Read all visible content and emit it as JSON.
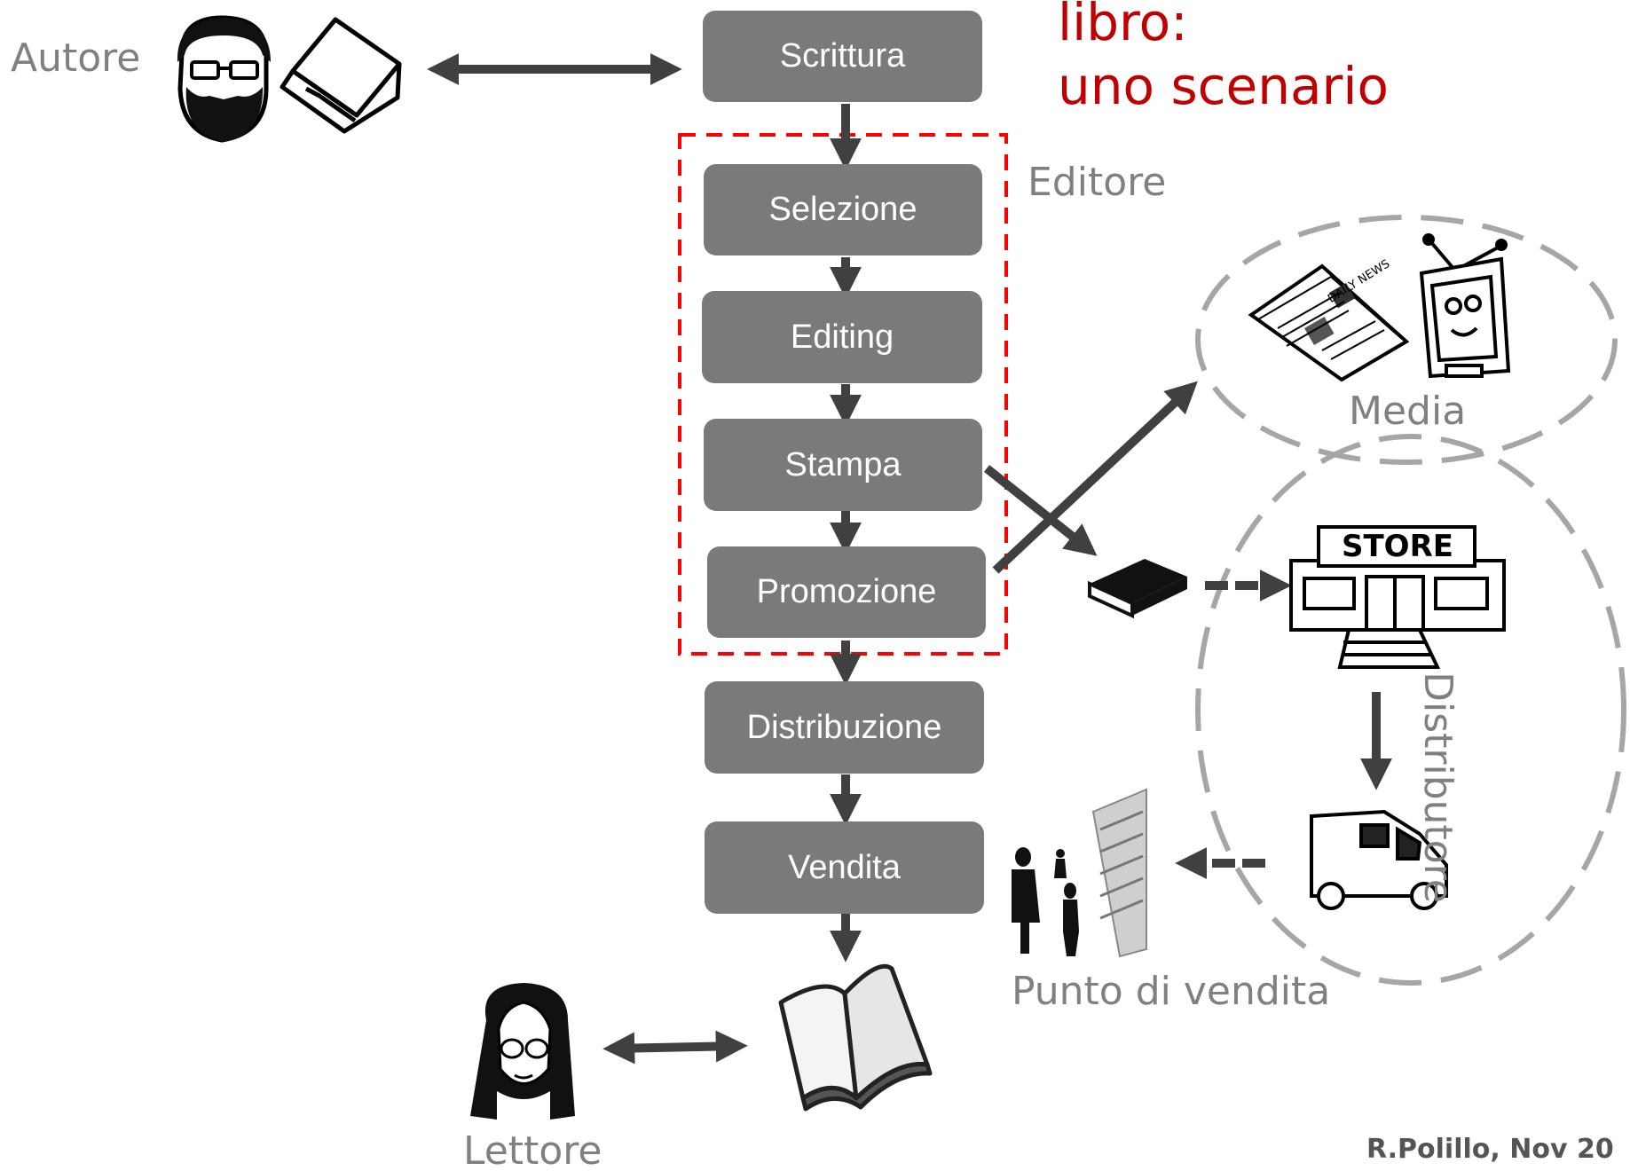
{
  "title": {
    "line1": "libro:",
    "line2": "uno scenario"
  },
  "steps": {
    "scrittura": "Scrittura",
    "selezione": "Selezione",
    "editing": "Editing",
    "stampa": "Stampa",
    "promozione": "Promozione",
    "distribuzione": "Distribuzione",
    "vendita": "Vendita"
  },
  "actors": {
    "autore": "Autore",
    "editore": "Editore",
    "media": "Media",
    "distributore": "Distributore",
    "punto_vendita": "Punto di vendita",
    "lettore": "Lettore"
  },
  "icons": {
    "newspaper": "DAILY NEWS",
    "store": "STORE"
  },
  "credit": "R.Polillo, Nov 20",
  "colors": {
    "box": "#7a7a7a",
    "arrow": "#404040",
    "editor_border": "#ff0000",
    "title": "#c00000",
    "label": "#808080",
    "ellipse": "#a6a6a6"
  }
}
